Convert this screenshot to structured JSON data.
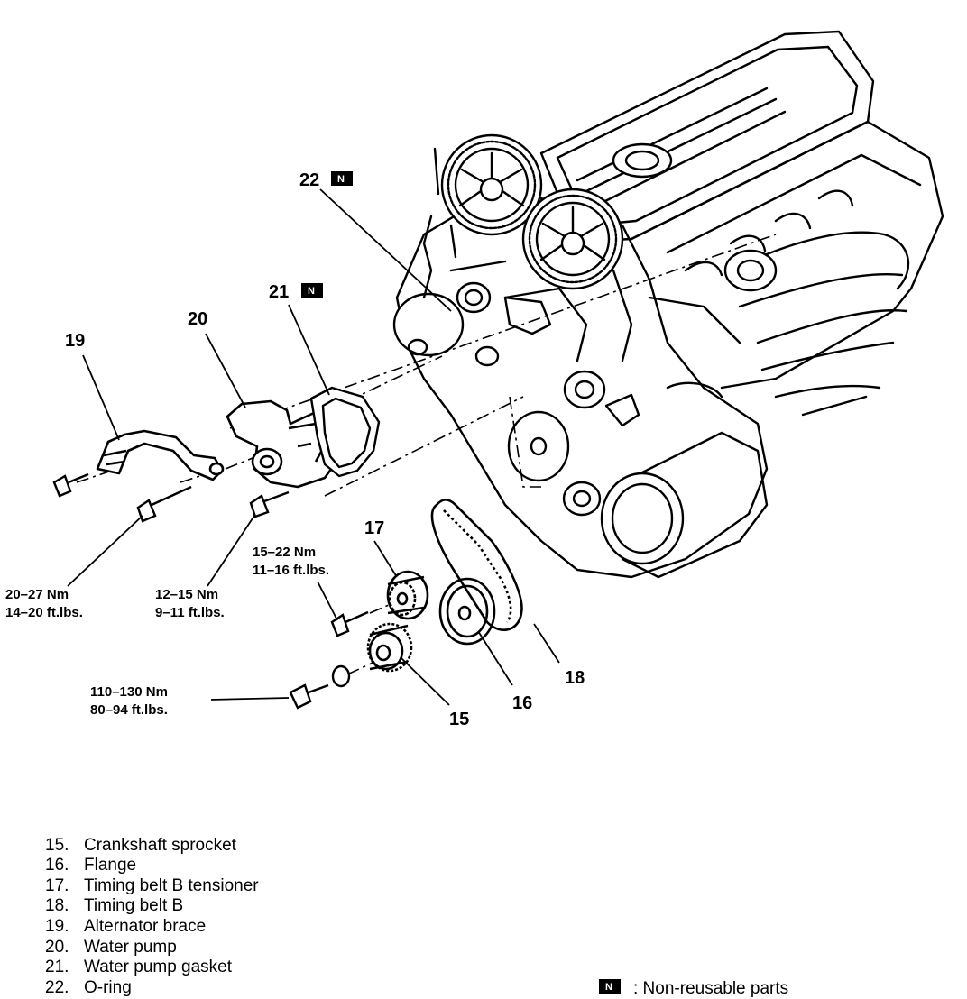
{
  "callouts": {
    "c15": "15",
    "c16": "16",
    "c17": "17",
    "c18": "18",
    "c19": "19",
    "c20": "20",
    "c21": "21",
    "c22": "22"
  },
  "badge_letter": "N",
  "torque": {
    "tensioner": {
      "nm": "15–22 Nm",
      "ft": "11–16 ft.lbs."
    },
    "brace": {
      "nm": "20–27 Nm",
      "ft": "14–20 ft.lbs."
    },
    "pump": {
      "nm": "12–15 Nm",
      "ft": "9–11 ft.lbs."
    },
    "crank": {
      "nm": "110–130 Nm",
      "ft": "80–94 ft.lbs."
    }
  },
  "legend": {
    "items": [
      {
        "num": "15.",
        "label": "Crankshaft sprocket"
      },
      {
        "num": "16.",
        "label": "Flange"
      },
      {
        "num": "17.",
        "label": "Timing belt B tensioner"
      },
      {
        "num": "18.",
        "label": "Timing belt B"
      },
      {
        "num": "19.",
        "label": "Alternator brace"
      },
      {
        "num": "20.",
        "label": "Water pump"
      },
      {
        "num": "21.",
        "label": "Water pump gasket"
      },
      {
        "num": "22.",
        "label": "O-ring"
      }
    ],
    "nonreusable": ": Non-reusable parts"
  }
}
